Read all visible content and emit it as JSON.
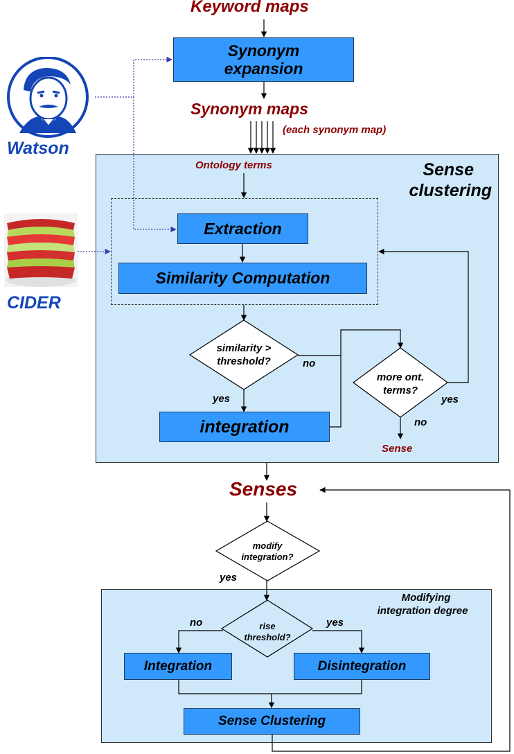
{
  "labels": {
    "keyword_maps": "Keyword maps",
    "synonym_maps": "Synonym maps",
    "each_synonym_map": "(each synonym map)",
    "ontology_terms": "Ontology terms",
    "sense_clustering_line1": "Sense",
    "sense_clustering_line2": "clustering",
    "senses": "Senses",
    "sense": "Sense",
    "modifying_line1": "Modifying",
    "modifying_line2": "integration degree"
  },
  "boxes": {
    "synonym_expansion_line1": "Synonym",
    "synonym_expansion_line2": "expansion",
    "extraction": "Extraction",
    "similarity_computation": "Similarity Computation",
    "integration_lower": "integration",
    "integration": "Integration",
    "disintegration": "Disintegration",
    "sense_clustering": "Sense Clustering"
  },
  "decisions": {
    "similarity_line1": "similarity >",
    "similarity_line2": "threshold?",
    "more_ont_line1": "more ont.",
    "more_ont_line2": "terms?",
    "modify_line1": "modify",
    "modify_line2": "integration?",
    "rise_line1": "rise",
    "rise_line2": "threshold?"
  },
  "edge_labels": {
    "no_1": "no",
    "yes_1": "yes",
    "yes_2": "yes",
    "no_2": "no",
    "yes_3": "yes",
    "no_3": "no",
    "yes_4": "yes"
  },
  "sources": {
    "watson": "Watson",
    "cider": "CIDER"
  },
  "colors": {
    "box_fill": "#3399ff",
    "panel_fill": "#cfe9fb",
    "label_dark_red": "#8b0000",
    "source_blue": "#1446b8"
  },
  "icons": {
    "watson": "watson-portrait-icon",
    "cider": "sliced-apple-icon"
  }
}
